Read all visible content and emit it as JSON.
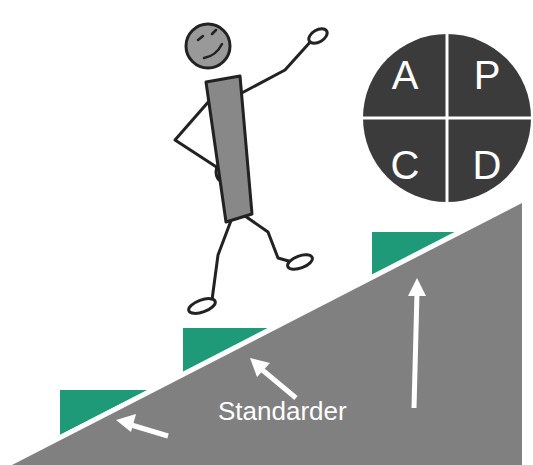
{
  "diagram": {
    "nodes": [
      {
        "text": [
          "A",
          "P",
          "C",
          "D"
        ]
      }
    ],
    "labels": [
      "Standarder"
    ]
  }
}
